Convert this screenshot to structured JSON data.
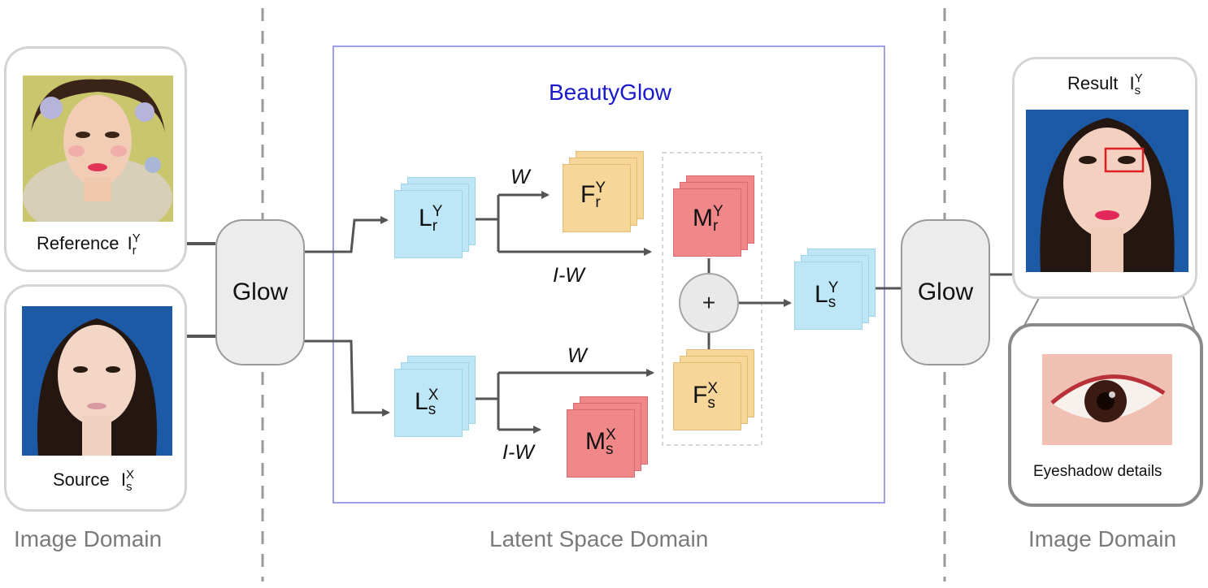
{
  "title": "BeautyGlow",
  "domains": {
    "left": "Image Domain",
    "center": "Latent Space Domain",
    "right": "Image Domain"
  },
  "glow_left": "Glow",
  "glow_right": "Glow",
  "reference": {
    "text": "Reference",
    "sym": "I",
    "sup": "Y",
    "sub": "r"
  },
  "source": {
    "text": "Source",
    "sym": "I",
    "sup": "X",
    "sub": "s"
  },
  "result": {
    "text": "Result",
    "sym": "I",
    "sup": "Y",
    "sub": "s"
  },
  "eyeshadow_caption": "Eyeshadow details",
  "latents": {
    "Lr": {
      "sym": "L",
      "sup": "Y",
      "sub": "r"
    },
    "Ls": {
      "sym": "L",
      "sup": "X",
      "sub": "s"
    },
    "Fr": {
      "sym": "F",
      "sup": "Y",
      "sub": "r"
    },
    "Mr": {
      "sym": "M",
      "sup": "Y",
      "sub": "r"
    },
    "Fs": {
      "sym": "F",
      "sup": "X",
      "sub": "s"
    },
    "Ms": {
      "sym": "M",
      "sup": "X",
      "sub": "s"
    },
    "Ls_out": {
      "sym": "L",
      "sup": "Y",
      "sub": "s"
    }
  },
  "plus": "+",
  "edges": {
    "top_w": "W",
    "top_iw": "I-W",
    "bottom_w": "W",
    "bottom_iw": "I-W"
  },
  "colors": {
    "latent_blue": "#bde6f7",
    "facial_yellow": "#f6d699",
    "makeup_red": "#f0888a",
    "arrow_gray": "#555555",
    "frame_blue": "#8080e0",
    "title_blue": "#1a1acc",
    "highlight_red": "#e02020"
  }
}
